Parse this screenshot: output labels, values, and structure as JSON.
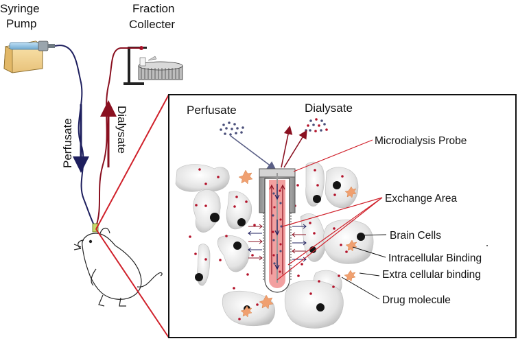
{
  "labels": {
    "syringe_pump": [
      "Syringe",
      "Pump"
    ],
    "fraction_collector": [
      "Fraction",
      "Collecter"
    ],
    "perfusate_tube": "Perfusate",
    "dialysate_tube": "Dialysate",
    "perfusate_inset": "Perfusate",
    "dialysate_inset": "Dialysate",
    "microdialysis_probe": "Microdialysis Probe",
    "exchange_area": "Exchange Area",
    "brain_cells": "Brain Cells",
    "intracellular_binding": "Intracellular Binding",
    "extracellular_binding": "Extra cellular binding",
    "drug_molecule": "Drug molecule"
  },
  "colors": {
    "perfusate_line": "#1e1f5e",
    "dialysate_line": "#8a1020",
    "zoom_line": "#d0202a",
    "inset_border": "#111111",
    "cell_fill": "#e6e6e6",
    "nucleus": "#141414",
    "molecule_red": "#b3122a",
    "molecule_blue": "#4a4f7a",
    "binding_star": "#f0a070",
    "probe_inner": "#f2a0a0"
  }
}
